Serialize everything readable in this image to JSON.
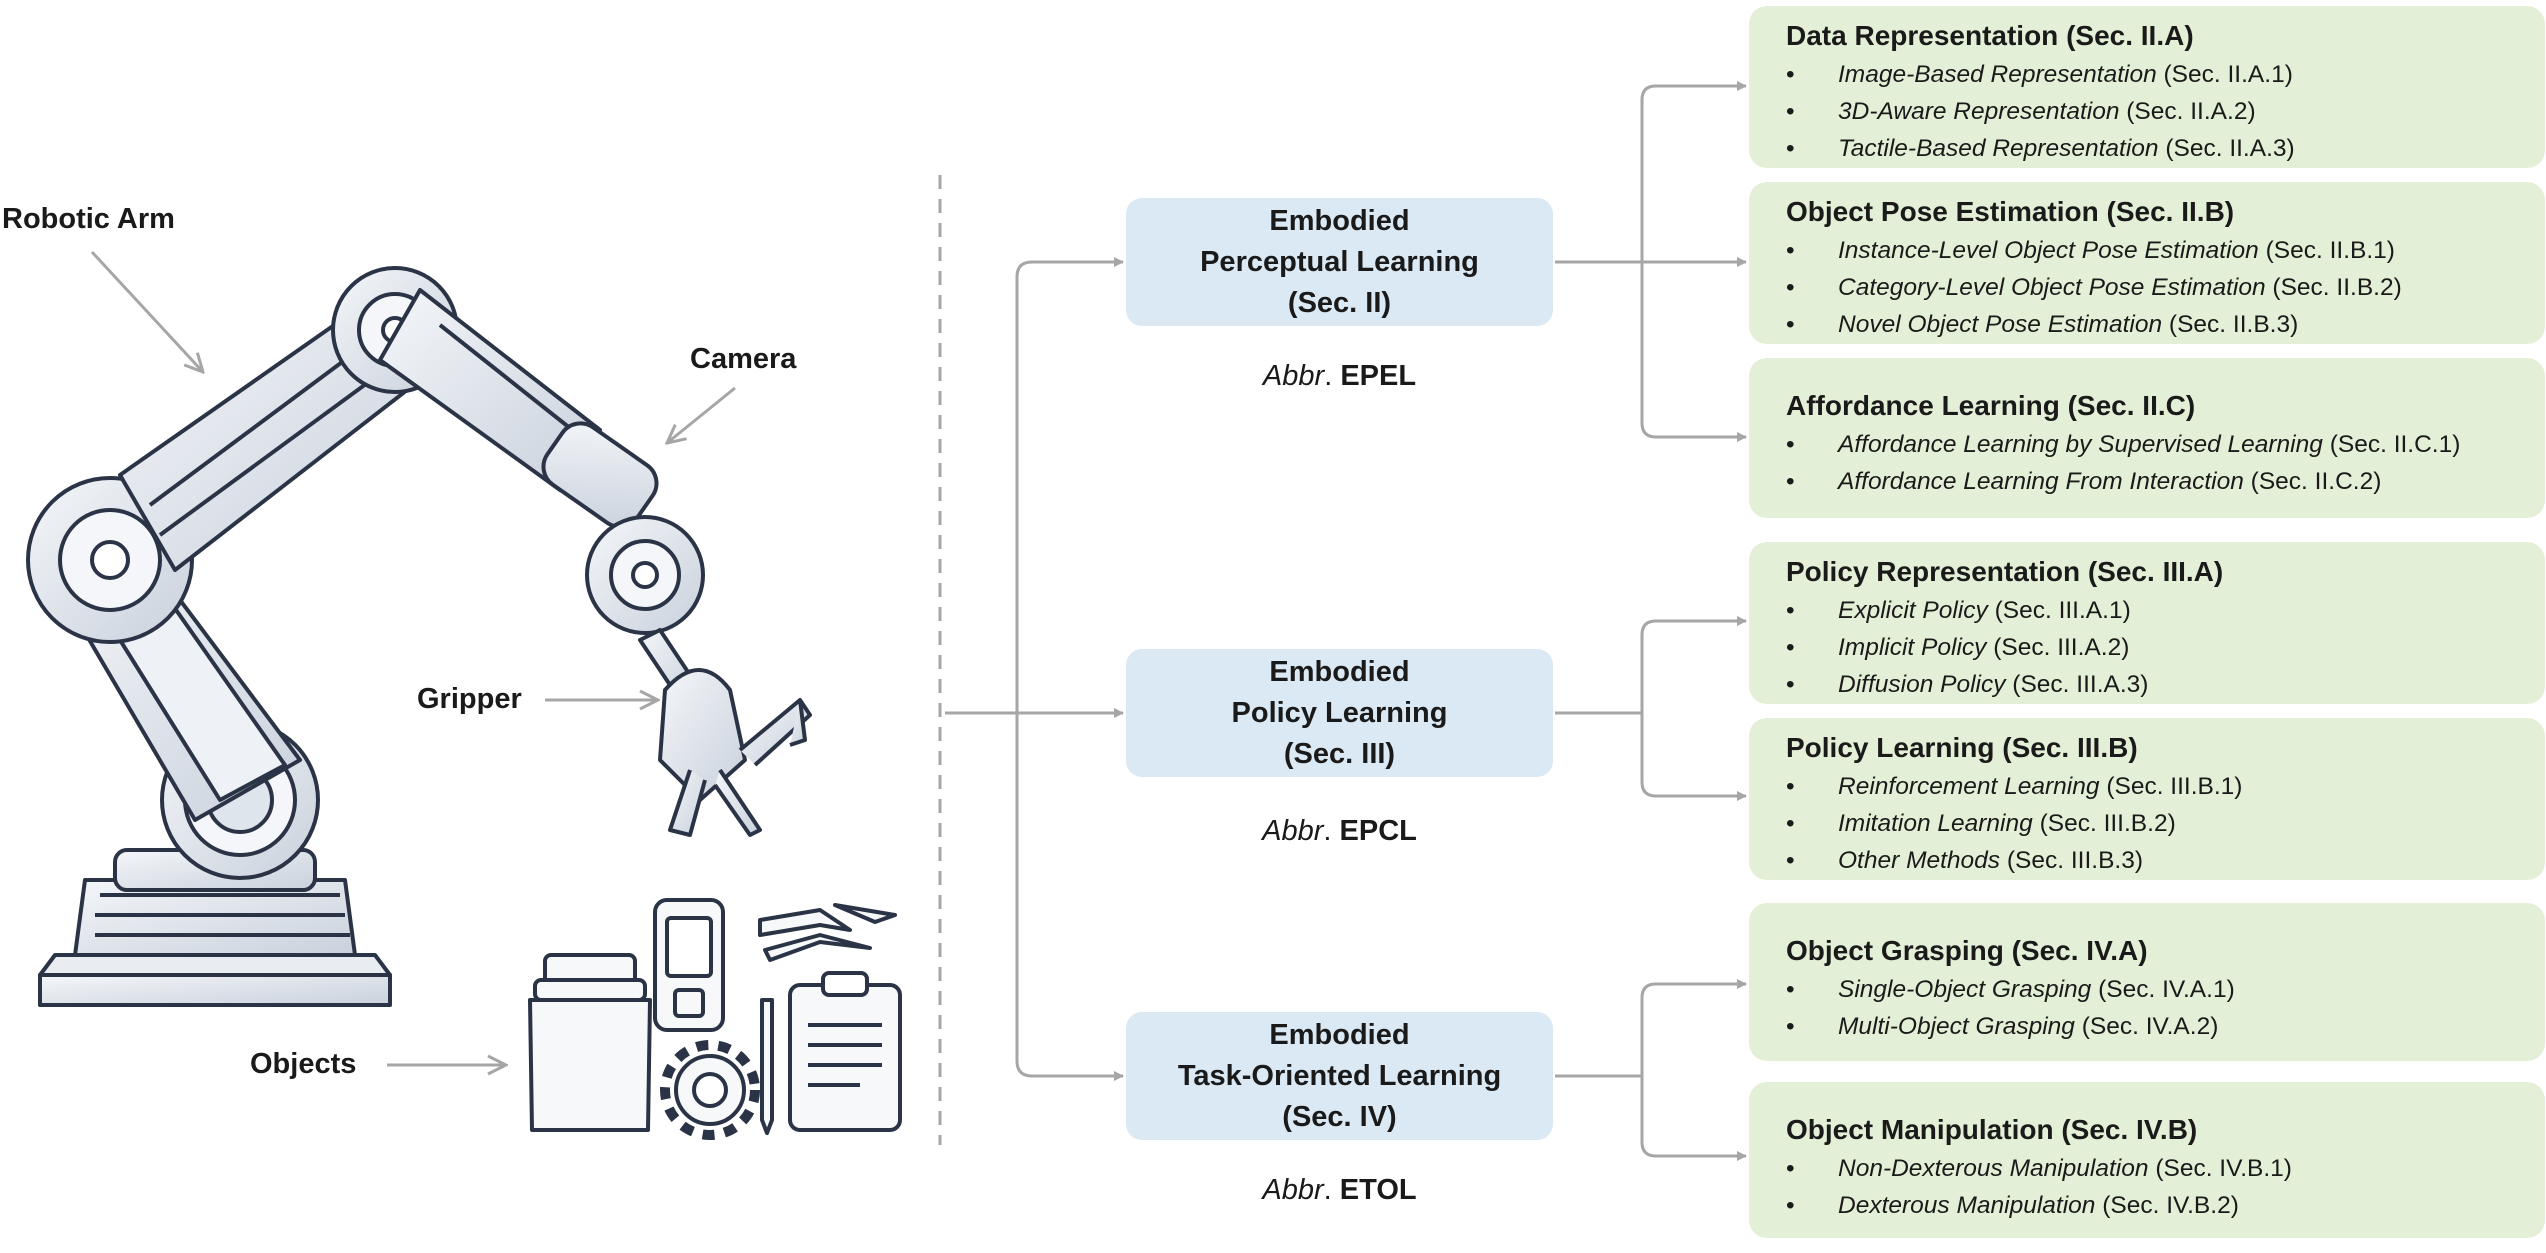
{
  "labels": {
    "robotic_arm": "Robotic Arm",
    "camera": "Camera",
    "gripper": "Gripper",
    "objects": "Objects"
  },
  "modules": [
    {
      "lines": [
        "Embodied",
        "Perceptual Learning",
        "(Sec. II)"
      ],
      "abbr_prefix": "Abbr",
      "abbr": "EPEL"
    },
    {
      "lines": [
        "Embodied",
        "Policy Learning",
        "(Sec. III)"
      ],
      "abbr_prefix": "Abbr",
      "abbr": "EPCL"
    },
    {
      "lines": [
        "Embodied",
        "Task-Oriented Learning",
        "(Sec. IV)"
      ],
      "abbr_prefix": "Abbr",
      "abbr": "ETOL"
    }
  ],
  "panels": [
    {
      "title": "Data Representation (Sec. II.A)",
      "items": [
        {
          "name": "Image-Based Representation",
          "sec": "(Sec. II.A.1)"
        },
        {
          "name": "3D-Aware Representation",
          "sec": "(Sec. II.A.2)"
        },
        {
          "name": "Tactile-Based Representation",
          "sec": "(Sec. II.A.3)"
        }
      ]
    },
    {
      "title": "Object Pose Estimation (Sec. II.B)",
      "items": [
        {
          "name": "Instance-Level Object Pose Estimation",
          "sec": "(Sec. II.B.1)"
        },
        {
          "name": "Category-Level Object Pose Estimation",
          "sec": "(Sec. II.B.2)"
        },
        {
          "name": "Novel Object Pose Estimation",
          "sec": "(Sec. II.B.3)"
        }
      ]
    },
    {
      "title": "Affordance Learning (Sec. II.C)",
      "items": [
        {
          "name": "Affordance Learning by Supervised Learning",
          "sec": "(Sec. II.C.1)"
        },
        {
          "name": "Affordance Learning From Interaction",
          "sec": "(Sec. II.C.2)"
        }
      ]
    },
    {
      "title": "Policy Representation (Sec. III.A)",
      "items": [
        {
          "name": "Explicit Policy",
          "sec": "(Sec. III.A.1)"
        },
        {
          "name": "Implicit Policy",
          "sec": "(Sec. III.A.2)"
        },
        {
          "name": "Diffusion Policy",
          "sec": "(Sec. III.A.3)"
        }
      ]
    },
    {
      "title": "Policy Learning (Sec. III.B)",
      "items": [
        {
          "name": "Reinforcement Learning",
          "sec": "(Sec. III.B.1)"
        },
        {
          "name": "Imitation Learning",
          "sec": "(Sec. III.B.2)"
        },
        {
          "name": "Other Methods",
          "sec": "(Sec. III.B.3)"
        }
      ]
    },
    {
      "title": "Object Grasping (Sec. IV.A)",
      "items": [
        {
          "name": "Single-Object Grasping",
          "sec": "(Sec. IV.A.1)"
        },
        {
          "name": "Multi-Object Grasping",
          "sec": "(Sec. IV.A.2)"
        }
      ]
    },
    {
      "title": "Object Manipulation (Sec. IV.B)",
      "items": [
        {
          "name": "Non-Dexterous Manipulation",
          "sec": "(Sec. IV.B.1)"
        },
        {
          "name": "Dexterous Manipulation",
          "sec": "(Sec. IV.B.2)"
        }
      ]
    }
  ],
  "bullet_char": "•",
  "colors": {
    "module_fill": "#dbe9f4",
    "panel_fill": "#e3efd6",
    "connector": "#a6a6a6",
    "divider": "#a6a6a6"
  }
}
